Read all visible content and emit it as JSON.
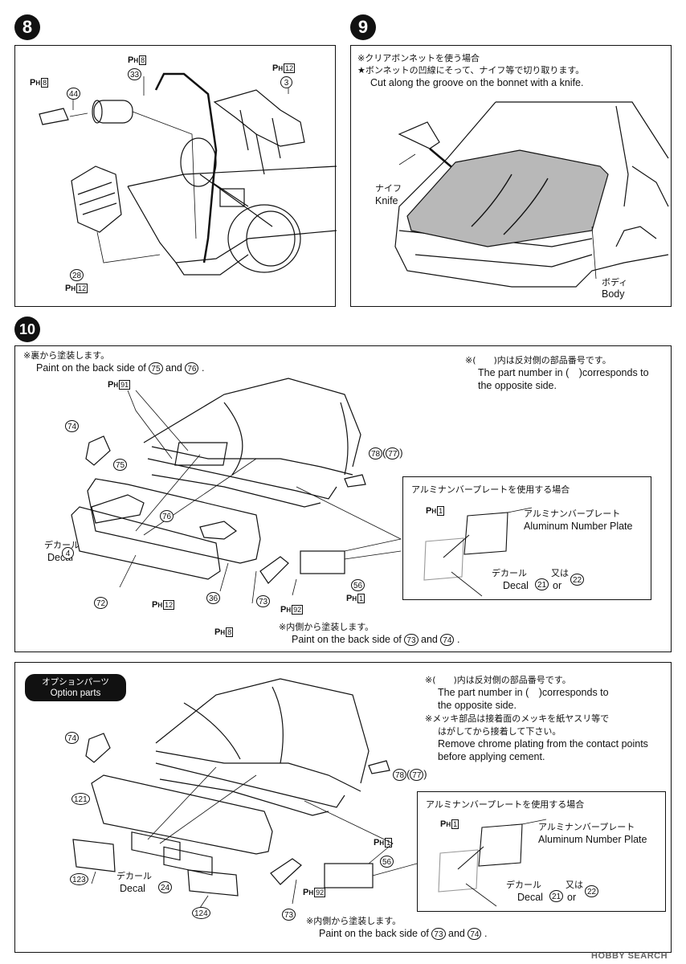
{
  "steps": {
    "s8": {
      "number": "8"
    },
    "s9": {
      "number": "9",
      "note_jp_1": "※クリアボンネットを使う場合",
      "note_jp_2": "★ボンネットの凹線にそって、ナイフ等で切り取ります。",
      "note_en": "Cut along the groove on the bonnet with a knife.",
      "knife_jp": "ナイフ",
      "knife_en": "Knife",
      "body_jp": "ボディ",
      "body_en": "Body"
    },
    "s10": {
      "number": "10",
      "note_jp_back": "※裏から塗装します。",
      "note_en_back_pre": "Paint on the back side of",
      "note_en_and": "and",
      "note_en_end": ".",
      "note_jp_opp": "※(　　)内は反対側の部品番号です。",
      "note_en_opp_1": "The part number in (　)corresponds to",
      "note_en_opp_2": "the opposite side.",
      "decal_jp": "デカール",
      "decal_en": "Decal",
      "note_jp_inner": "※内側から塗装します。",
      "note_en_inner_pre": "Paint on the back side of",
      "inset_title": "アルミナンバープレートを使用する場合",
      "inset_plate_jp": "アルミナンバープレート",
      "inset_plate_en": "Aluminum Number Plate",
      "inset_decal_jp": "デカール",
      "inset_decal_en": "Decal",
      "inset_or_jp": "又は",
      "inset_or_en": "or"
    },
    "option": {
      "badge_jp": "オプションパーツ",
      "badge_en": "Option parts",
      "note_jp_opp": "※(　　)内は反対側の部品番号です。",
      "note_en_opp_1": "The part number in (　)corresponds to",
      "note_en_opp_2": "the opposite side.",
      "note_jp_chrome_1": "※メッキ部品は接着面のメッキを紙ヤスリ等で",
      "note_jp_chrome_2": "はがしてから接着して下さい。",
      "note_en_chrome_1": "Remove chrome plating from the contact points",
      "note_en_chrome_2": "before applying cement.",
      "decal_jp": "デカール",
      "decal_en": "Decal",
      "note_jp_inner": "※内側から塗装します。",
      "note_en_inner_pre": "Paint on the back side of",
      "note_en_and": "and",
      "note_en_end": ".",
      "inset_title": "アルミナンバープレートを使用する場合",
      "inset_plate_jp": "アルミナンバープレート",
      "inset_plate_en": "Aluminum Number Plate",
      "inset_decal_jp": "デカール",
      "inset_decal_en": "Decal",
      "inset_or_jp": "又は",
      "inset_or_en": "or"
    }
  },
  "part_numbers": {
    "p3": "3",
    "p4": "4",
    "p21": "21",
    "p22": "22",
    "p24": "24",
    "p28": "28",
    "p33": "33",
    "p36": "36",
    "p44": "44",
    "p56": "56",
    "p72": "72",
    "p73": "73",
    "p74": "74",
    "p75": "75",
    "p76": "76",
    "p77": "77",
    "p78": "78",
    "p121": "121",
    "p123": "123",
    "p124": "124"
  },
  "ph_tags": {
    "label": "P",
    "sub": "H",
    "n1": "1",
    "n8": "8",
    "n12": "12",
    "n91": "91",
    "n92": "92"
  },
  "watermark": "HOBBY SEARCH",
  "colors": {
    "line": "#111111",
    "hood_fill": "#b8b8b8",
    "badge": "#111111"
  }
}
